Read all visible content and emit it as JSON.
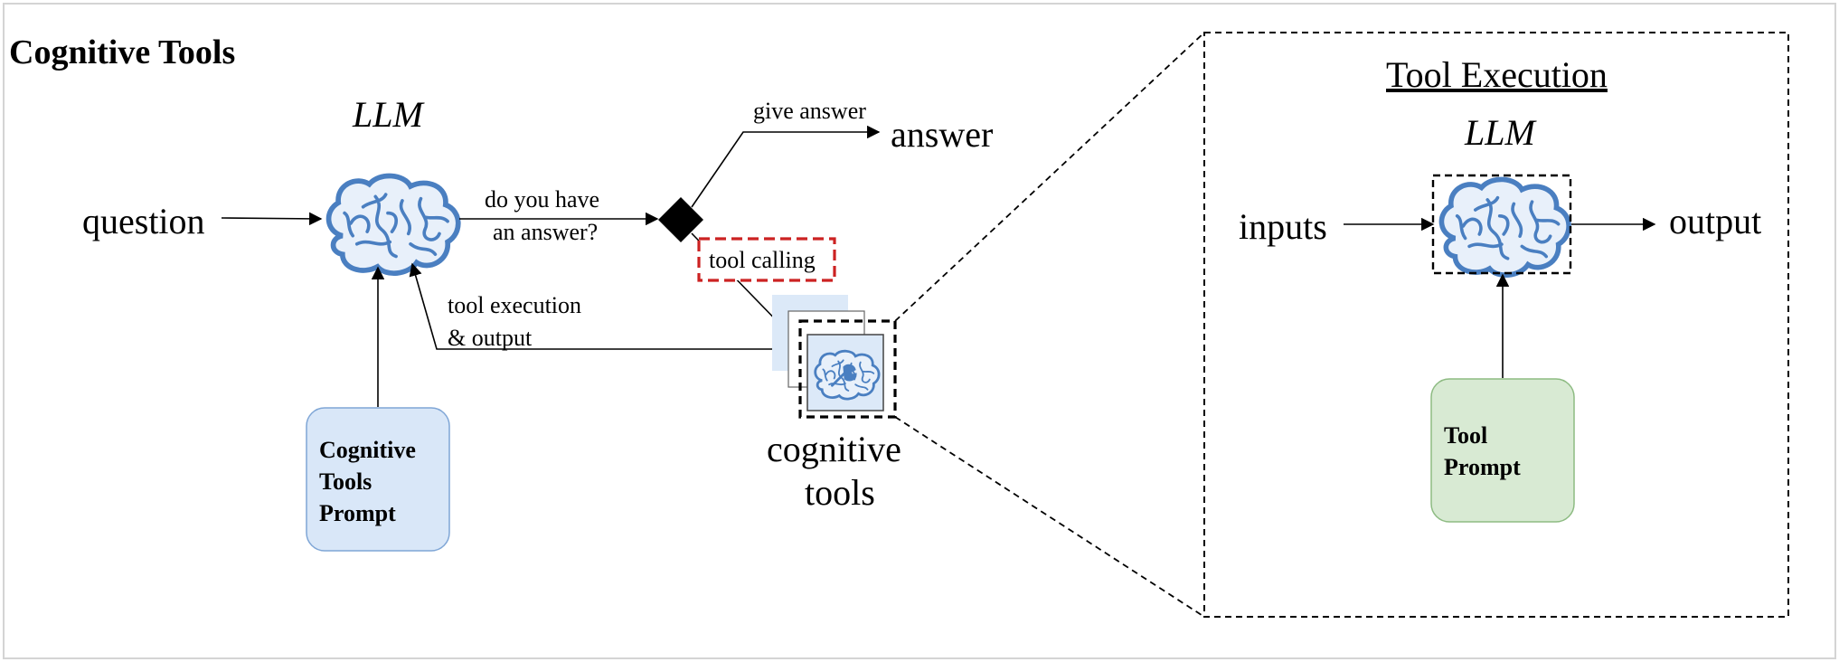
{
  "title": "Cognitive Tools",
  "main": {
    "llm_label": "LLM",
    "question": "question",
    "decision_question": [
      "do you have",
      "an answer?"
    ],
    "give_answer": "give answer",
    "answer": "answer",
    "tool_calling": "tool calling",
    "tool_execution_output": [
      "tool execution",
      "& output"
    ],
    "prompt_box": [
      "Cognitive",
      "Tools",
      "Prompt"
    ],
    "cognitive_tools": [
      "cognitive",
      "tools"
    ]
  },
  "panel": {
    "title": "Tool Execution",
    "llm_label": "LLM",
    "inputs": "inputs",
    "output": "output",
    "prompt_box": [
      "Tool",
      "Prompt"
    ]
  },
  "colors": {
    "brain_stroke": "#4a7fc1",
    "brain_fill": "#e8f0fa",
    "prompt_blue_fill": "#d9e7f8",
    "prompt_blue_stroke": "#7fa6d6",
    "prompt_green_fill": "#d8ead3",
    "prompt_green_stroke": "#8dbb82",
    "tool_calling_border": "#cc2222",
    "tool_card_fill": "#dce9f8"
  },
  "icons": [
    "brain-icon",
    "brain-wrench-icon"
  ]
}
